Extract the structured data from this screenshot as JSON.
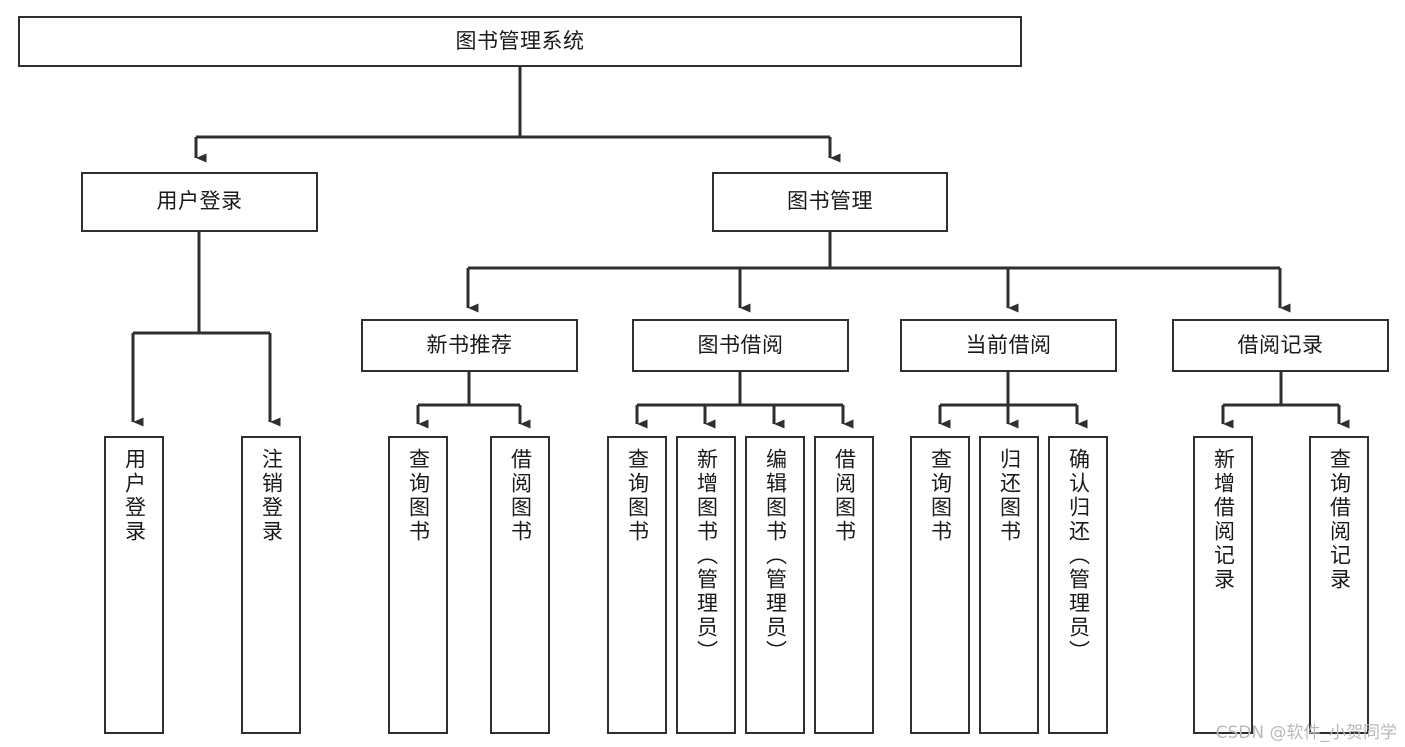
{
  "diagram": {
    "type": "tree-hierarchy",
    "title": "图书管理系统",
    "watermark": "CSDN @软件_小贺同学",
    "colors": {
      "box_border": "#2f2f2f",
      "box_fill": "#ffffff",
      "connector": "#2f2f2f",
      "text": "#1a1a1a",
      "watermark": "#b9b9b9"
    },
    "nodes": {
      "root": {
        "label": "图书管理系统",
        "level": 1,
        "orientation": "horizontal"
      },
      "n_user_login": {
        "label": "用户登录",
        "level": 2,
        "orientation": "horizontal"
      },
      "n_book_manage": {
        "label": "图书管理",
        "level": 2,
        "orientation": "horizontal"
      },
      "n_new_book_rec": {
        "label": "新书推荐",
        "level": 3,
        "orientation": "horizontal"
      },
      "n_book_borrow": {
        "label": "图书借阅",
        "level": 3,
        "orientation": "horizontal"
      },
      "n_current_borrow": {
        "label": "当前借阅",
        "level": 3,
        "orientation": "horizontal"
      },
      "n_borrow_record": {
        "label": "借阅记录",
        "level": 3,
        "orientation": "horizontal"
      },
      "l_user_login": {
        "label": "用户登录",
        "level": 4,
        "orientation": "vertical"
      },
      "l_logout": {
        "label": "注销登录",
        "level": 4,
        "orientation": "vertical"
      },
      "l_query_book_1": {
        "label": "查询图书",
        "level": 4,
        "orientation": "vertical"
      },
      "l_borrow_book_1": {
        "label": "借阅图书",
        "level": 4,
        "orientation": "vertical"
      },
      "l_query_book_2": {
        "label": "查询图书",
        "level": 4,
        "orientation": "vertical"
      },
      "l_add_book": {
        "label": "新增图书（管理员）",
        "level": 4,
        "orientation": "vertical"
      },
      "l_edit_book": {
        "label": "编辑图书（管理员）",
        "level": 4,
        "orientation": "vertical"
      },
      "l_borrow_book_2": {
        "label": "借阅图书",
        "level": 4,
        "orientation": "vertical"
      },
      "l_query_book_3": {
        "label": "查询图书",
        "level": 4,
        "orientation": "vertical"
      },
      "l_return_book": {
        "label": "归还图书",
        "level": 4,
        "orientation": "vertical"
      },
      "l_confirm_return": {
        "label": "确认归还（管理员）",
        "level": 4,
        "orientation": "vertical"
      },
      "l_add_record": {
        "label": "新增借阅记录",
        "level": 4,
        "orientation": "vertical"
      },
      "l_query_record": {
        "label": "查询借阅记录",
        "level": 4,
        "orientation": "vertical"
      }
    },
    "edges": [
      {
        "from": "root",
        "to": "n_user_login"
      },
      {
        "from": "root",
        "to": "n_book_manage"
      },
      {
        "from": "n_book_manage",
        "to": "n_new_book_rec"
      },
      {
        "from": "n_book_manage",
        "to": "n_book_borrow"
      },
      {
        "from": "n_book_manage",
        "to": "n_current_borrow"
      },
      {
        "from": "n_book_manage",
        "to": "n_borrow_record"
      },
      {
        "from": "n_user_login",
        "to": "l_user_login"
      },
      {
        "from": "n_user_login",
        "to": "l_logout"
      },
      {
        "from": "n_new_book_rec",
        "to": "l_query_book_1"
      },
      {
        "from": "n_new_book_rec",
        "to": "l_borrow_book_1"
      },
      {
        "from": "n_book_borrow",
        "to": "l_query_book_2"
      },
      {
        "from": "n_book_borrow",
        "to": "l_add_book"
      },
      {
        "from": "n_book_borrow",
        "to": "l_edit_book"
      },
      {
        "from": "n_book_borrow",
        "to": "l_borrow_book_2"
      },
      {
        "from": "n_current_borrow",
        "to": "l_query_book_3"
      },
      {
        "from": "n_current_borrow",
        "to": "l_return_book"
      },
      {
        "from": "n_current_borrow",
        "to": "l_confirm_return"
      },
      {
        "from": "n_borrow_record",
        "to": "l_add_record"
      },
      {
        "from": "n_borrow_record",
        "to": "l_query_record"
      }
    ]
  }
}
